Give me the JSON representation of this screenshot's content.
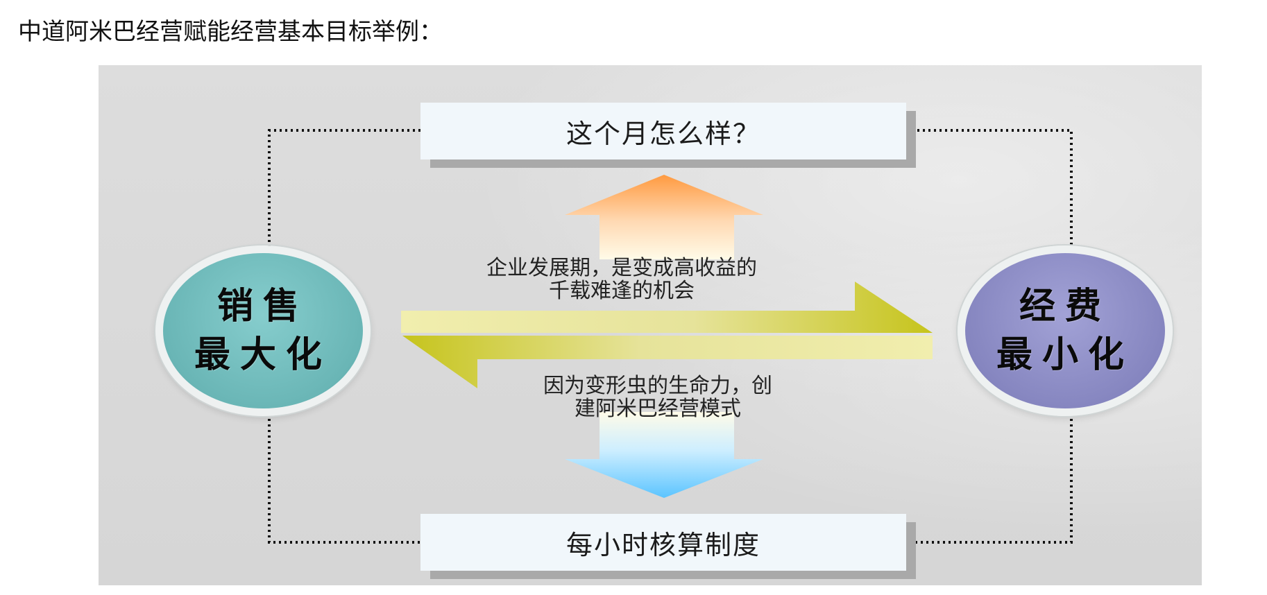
{
  "heading": "中道阿米巴经营赋能经营基本目标举例：",
  "diagram": {
    "top_box": "这个月怎么样？",
    "bottom_box": "每小时核算制度",
    "left_circle": {
      "line1": "销售",
      "line2": "最大化"
    },
    "right_circle": {
      "line1": "经费",
      "line2": "最小化"
    },
    "upper_text": {
      "line1": "企业发展期，是变成高收益的",
      "line2": "千载难逢的机会"
    },
    "lower_text": {
      "line1": "因为变形虫的生命力，创",
      "line2": "建阿米巴经营模式"
    },
    "colors": {
      "left_circle": "#6ab6b6",
      "right_circle": "#8686c0",
      "up_arrow_top": "#ff9a40",
      "down_arrow_bottom": "#5bc4ff",
      "horizontal_arrows": "#c8c620",
      "box_background": "#f1f7fb"
    }
  }
}
